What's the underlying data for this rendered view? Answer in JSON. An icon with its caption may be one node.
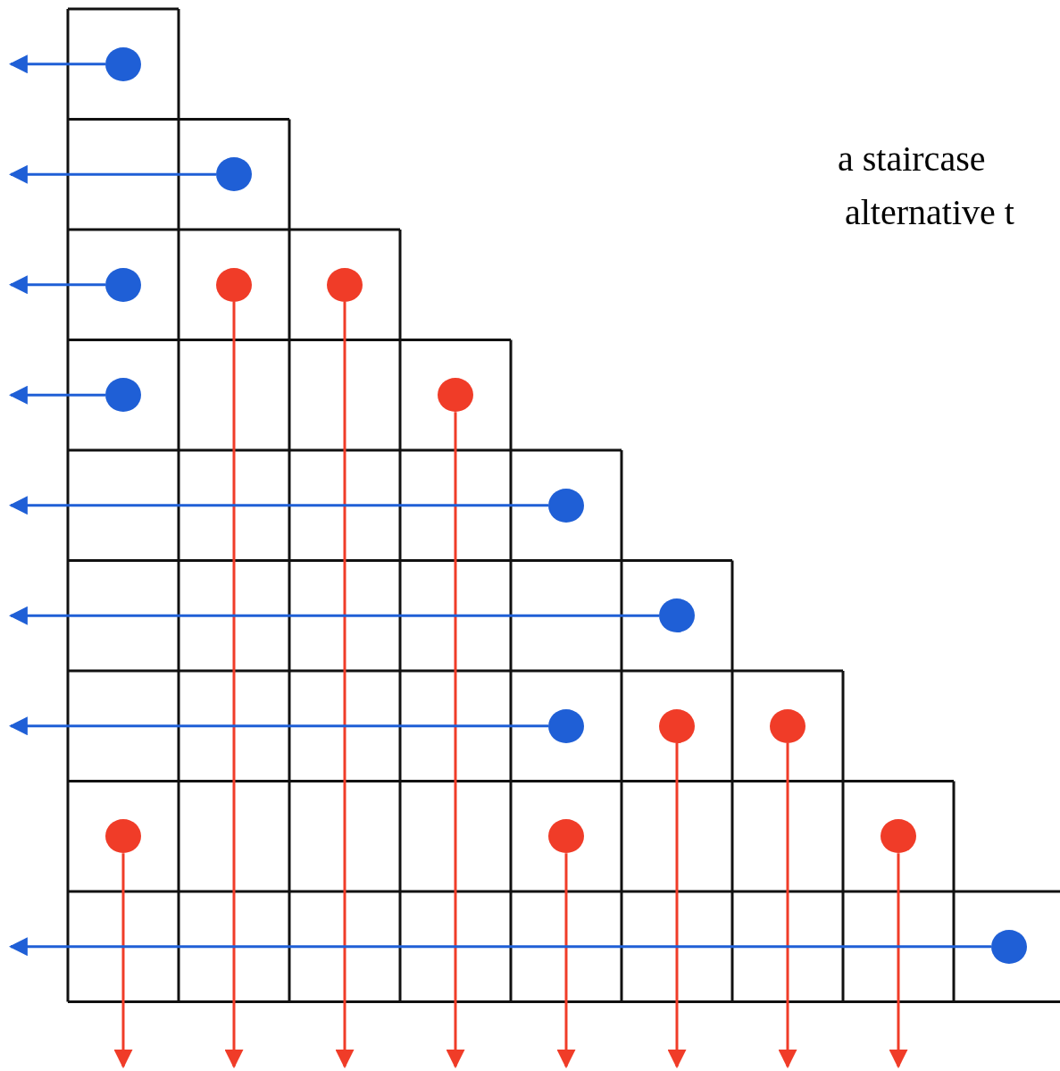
{
  "diagram": {
    "nodes": [
      {
        "text": [],
        "shape": "circle"
      },
      {
        "text": [],
        "shape": "circle"
      },
      {
        "text": [],
        "shape": "circle"
      },
      {
        "text": [],
        "shape": "circle"
      },
      {
        "text": [],
        "shape": "circle"
      },
      {
        "text": [],
        "shape": "circle"
      },
      {
        "text": [],
        "shape": "circle"
      },
      {
        "text": [],
        "shape": "circle"
      },
      {
        "text": [],
        "shape": "circle"
      },
      {
        "text": [],
        "shape": "circle"
      },
      {
        "text": [],
        "shape": "circle"
      },
      {
        "text": [],
        "shape": "circle"
      },
      {
        "text": [],
        "shape": "circle"
      },
      {
        "text": [],
        "shape": "circle"
      },
      {
        "text": [],
        "shape": "circle"
      },
      {
        "text": [],
        "shape": "circle"
      }
    ],
    "edges": [
      {
        "from": 0,
        "to": null,
        "arrow": "to",
        "color": "#1f5fd6"
      },
      {
        "from": 1,
        "to": null,
        "arrow": "to",
        "color": "#1f5fd6"
      },
      {
        "from": 2,
        "to": null,
        "arrow": "to",
        "color": "#1f5fd6"
      },
      {
        "from": 3,
        "to": null,
        "arrow": "to",
        "color": "#f03c28"
      },
      {
        "from": 4,
        "to": null,
        "arrow": "to",
        "color": "#f03c28"
      },
      {
        "from": 5,
        "to": null,
        "arrow": "to",
        "color": "#1f5fd6"
      },
      {
        "from": 6,
        "to": null,
        "arrow": "to",
        "color": "#f03c28"
      },
      {
        "from": 7,
        "to": null,
        "arrow": "to",
        "color": "#1f5fd6"
      },
      {
        "from": 8,
        "to": null,
        "arrow": "to",
        "color": "#1f5fd6"
      },
      {
        "from": 9,
        "to": null,
        "arrow": "to",
        "color": "#1f5fd6"
      },
      {
        "from": 10,
        "to": null,
        "arrow": "to",
        "color": "#f03c28"
      },
      {
        "from": 11,
        "to": null,
        "arrow": "to",
        "color": "#f03c28"
      },
      {
        "from": 12,
        "to": null,
        "arrow": "to",
        "color": "#f03c28"
      },
      {
        "from": 13,
        "to": null,
        "arrow": "to",
        "color": "#f03c28"
      },
      {
        "from": 14,
        "to": null,
        "arrow": "to",
        "color": "#f03c28"
      },
      {
        "from": 15,
        "to": null,
        "arrow": "to",
        "color": "#1f5fd6"
      }
    ],
    "labels": [
      "a staircase",
      "alternative t"
    ]
  }
}
